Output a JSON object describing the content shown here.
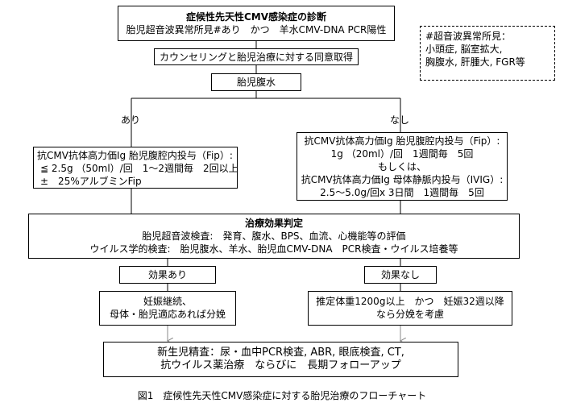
{
  "diagnosis": {
    "title": "症候性先天性CMV感染症の診断",
    "criteria": "胎児超音波異常所見#あり　かつ　羊水CMV-DNA PCR陽性"
  },
  "footnote": {
    "title": "#超音波異常所見：",
    "line1": "小頭症, 脳室拡大,",
    "line2": "胸腹水, 肝腫大, FGR等"
  },
  "consent": "カウンセリングと胎児治療に対する同意取得",
  "ascites": "胎児腹水",
  "branch_yes": "あり",
  "branch_no": "なし",
  "left_treatment": {
    "line1": "抗CMV抗体高力価Ig 胎児腹腔内投与（Fip）:",
    "line2": "≦ 2.5g （50ml）/回　1～2週間毎　2回以上",
    "line3": "±　25%アルブミンFip"
  },
  "right_treatment": {
    "line1": "抗CMV抗体高力価Ig 胎児腹腔内投与（Fip）:",
    "line2": "1g （20ml）/回　1週間毎　5回",
    "line3": "もしくは、",
    "line4": "抗CMV抗体高力価Ig 母体静脈内投与（IVIG）:",
    "line5": "2.5～5.0g/回x 3日間　1週間毎　5回"
  },
  "evaluation": {
    "title": "治療効果判定",
    "line1": "胎児超音波検査:　発育、腹水、BPS、血流、心機能等の評価",
    "line2": "ウイルス学的検査:　胎児腹水、羊水、胎児血CMV-DNA　PCR検査・ウイルス培養等"
  },
  "effect_yes": "効果あり",
  "effect_no": "効果なし",
  "left_outcome": {
    "line1": "妊娠継続、",
    "line2": "母体・胎児適応あれば分娩"
  },
  "right_outcome": {
    "line1": "推定体重1200g以上　かつ　妊娠32週以降",
    "line2": "なら分娩を考慮"
  },
  "neonatal": {
    "line1": "新生児精査：尿・血中PCR検査, ABR, 眼底検査, CT,",
    "line2": "抗ウイルス薬治療　ならびに　長期フォローアップ"
  },
  "caption": "図1　症候性先天性CMV感染症に対する胎児治療のフローチャート",
  "colors": {
    "line": "#000000",
    "arrow": "#888888"
  }
}
